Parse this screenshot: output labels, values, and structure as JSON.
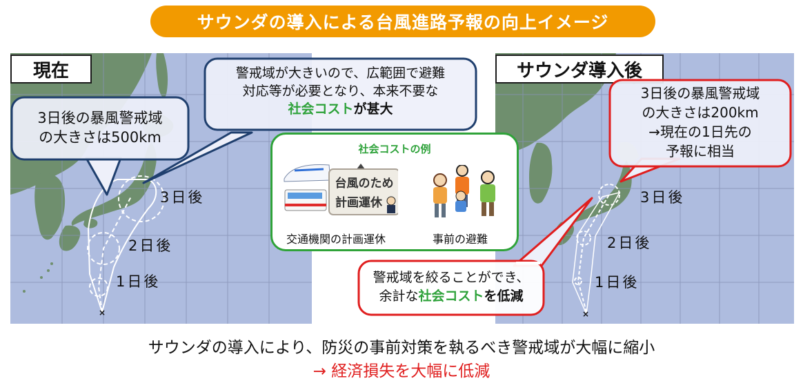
{
  "title": "サウンダの導入による台風進路予報の向上イメージ",
  "colors": {
    "title_bg": "#f29a00",
    "sea": "#aebcdf",
    "land": "#6f8f6e",
    "grid": "#8792b5",
    "current_bubble_border": "#1f3f6e",
    "after_bubble_border": "#e01e1e",
    "example_border": "#2fa339",
    "highlight_green": "#2ea23a",
    "summary_red": "#e02020"
  },
  "left_panel": {
    "label": "現在",
    "warning_bubble": {
      "line1": "3日後の暴風警戒域",
      "line2": "の大きさは500km"
    },
    "cost_bubble": {
      "line1": "警戒域が大きいので、広範囲で避難",
      "line2": "対応等が必要となり、本来不要な",
      "line3_highlight": "社会コスト",
      "line3_rest": "が甚大"
    },
    "track_labels": [
      "3日後",
      "2日後",
      "1日後"
    ]
  },
  "example_box": {
    "title": "社会コストの例",
    "sign_line1": "台風のため",
    "sign_line2": "計画運休",
    "caption_left": "交通機関の計画運休",
    "caption_right": "事前の避難"
  },
  "right_panel": {
    "label": "サウンダ導入後",
    "warning_bubble": {
      "line1": "3日後の暴風警戒域",
      "line2": "の大きさは200km",
      "line3": "→現在の1日先の",
      "line4": "予報に相当"
    },
    "reduce_bubble": {
      "line1": "警戒域を絞ることができ、",
      "line2_pre": "余計な",
      "line2_highlight": "社会コスト",
      "line2_post": "を低減"
    },
    "track_labels": [
      "3日後",
      "2日後",
      "1日後"
    ]
  },
  "summary": {
    "line1": "サウンダの導入により、防災の事前対策を執るべき警戒域が大幅に縮小",
    "line2": "→  経済損失を大幅に低減"
  }
}
